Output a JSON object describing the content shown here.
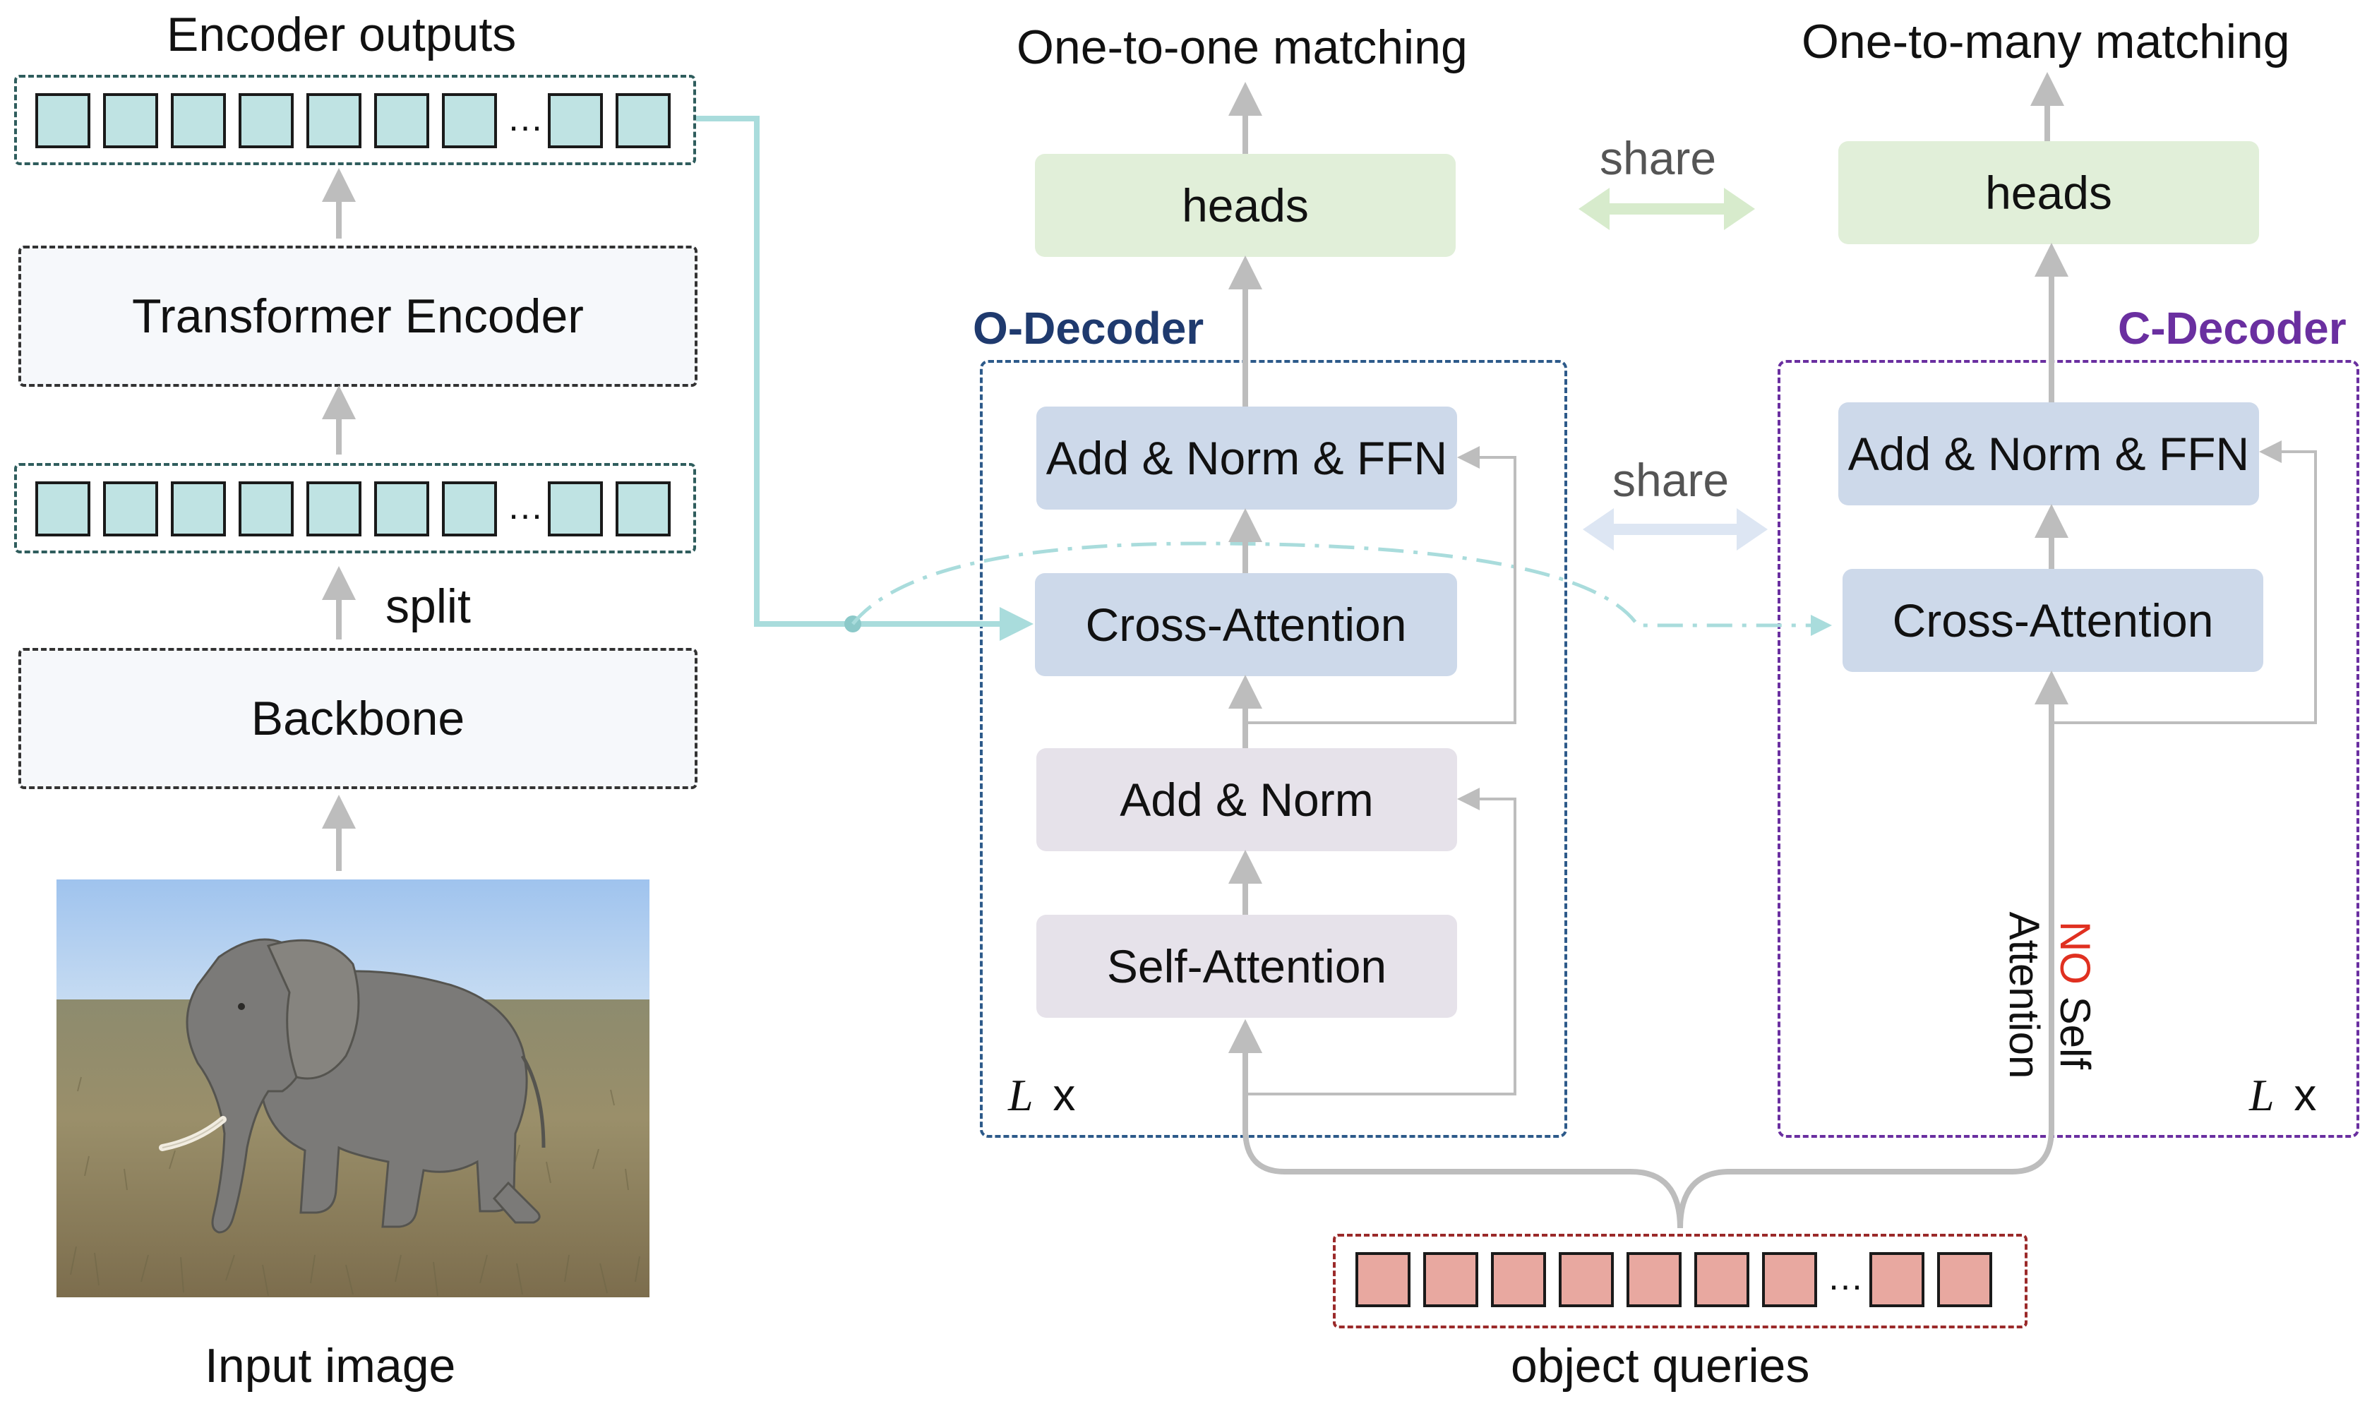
{
  "encoder_outputs_label": "Encoder outputs",
  "transformer_encoder_label": "Transformer Encoder",
  "split_label": "split",
  "backbone_label": "Backbone",
  "input_image_label": "Input image",
  "one_to_one_label": "One-to-one matching",
  "one_to_many_label": "One-to-many matching",
  "heads_label": "heads",
  "share_label": "share",
  "o_decoder": {
    "title": "O-Decoder",
    "add_norm_ffn": "Add & Norm & FFN",
    "cross_attention": "Cross-Attention",
    "add_norm": "Add & Norm",
    "self_attention": "Self-Attention",
    "repeat_symbol": "L",
    "repeat_suffix": "x"
  },
  "c_decoder": {
    "title": "C-Decoder",
    "add_norm_ffn": "Add & Norm & FFN",
    "cross_attention": "Cross-Attention",
    "no_label": "NO",
    "self_label": " Self",
    "attention_label": "Attention",
    "repeat_symbol": "L",
    "repeat_suffix": "x"
  },
  "object_queries_label": "object queries",
  "ellipsis": "…",
  "colors": {
    "o_decoder": "#1f3a6e",
    "c_decoder": "#6a2fa0",
    "no_red": "#e03020",
    "arrow_gray": "#bdbdbd",
    "encoder_link": "#a9dcdc",
    "token_teal": "#bfe3e3",
    "token_pink": "#e8a8a0",
    "heads_green": "#e1efd9",
    "block_blue": "#cdd9ea",
    "block_lavender": "#e6e2ea"
  },
  "icons": {
    "input_image": "elephant-photo",
    "share_heads": "double-arrow-green",
    "share_ffn": "double-arrow-blue"
  }
}
